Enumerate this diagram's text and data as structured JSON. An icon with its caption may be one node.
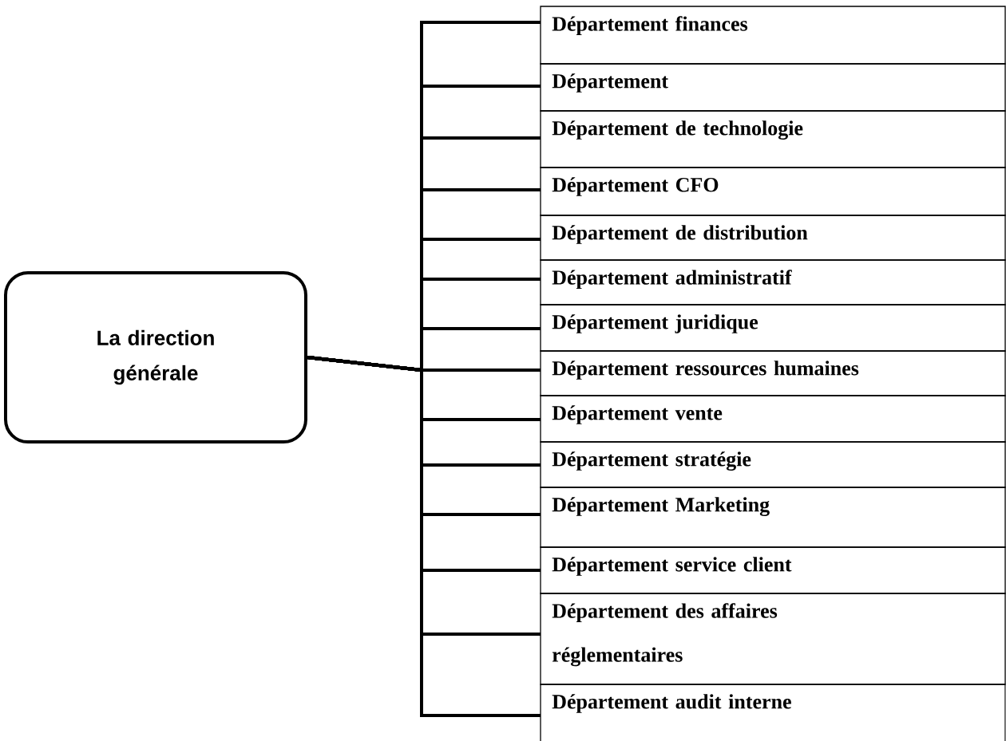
{
  "diagram": {
    "nodes": [
      {
        "text": [
          "La direction générale"
        ]
      },
      {
        "text": [
          "Département finances"
        ]
      },
      {
        "text": [
          "Département"
        ]
      },
      {
        "text": [
          "Département de technologie"
        ]
      },
      {
        "text": [
          "Département CFO"
        ]
      },
      {
        "text": [
          "Département de distribution"
        ]
      },
      {
        "text": [
          "Département administratif"
        ]
      },
      {
        "text": [
          "Département juridique"
        ]
      },
      {
        "text": [
          "Département ressources humaines"
        ]
      },
      {
        "text": [
          "Département vente"
        ]
      },
      {
        "text": [
          "Département stratégie"
        ]
      },
      {
        "text": [
          "Département Marketing"
        ]
      },
      {
        "text": [
          "Département service client"
        ]
      },
      {
        "text": [
          "Département des affaires réglementaires"
        ]
      },
      {
        "text": [
          "Département audit interne"
        ]
      }
    ],
    "edges": [
      {
        "from": 0,
        "to": 1,
        "arrow": "none"
      },
      {
        "from": 0,
        "to": 2,
        "arrow": "none"
      },
      {
        "from": 0,
        "to": 3,
        "arrow": "none"
      },
      {
        "from": 0,
        "to": 4,
        "arrow": "none"
      },
      {
        "from": 0,
        "to": 5,
        "arrow": "none"
      },
      {
        "from": 0,
        "to": 6,
        "arrow": "none"
      },
      {
        "from": 0,
        "to": 7,
        "arrow": "none"
      },
      {
        "from": 0,
        "to": 8,
        "arrow": "none"
      },
      {
        "from": 0,
        "to": 9,
        "arrow": "none"
      },
      {
        "from": 0,
        "to": 10,
        "arrow": "none"
      },
      {
        "from": 0,
        "to": 11,
        "arrow": "none"
      },
      {
        "from": 0,
        "to": 12,
        "arrow": "none"
      },
      {
        "from": 0,
        "to": 13,
        "arrow": "none"
      },
      {
        "from": 0,
        "to": 14,
        "arrow": "none"
      }
    ]
  }
}
